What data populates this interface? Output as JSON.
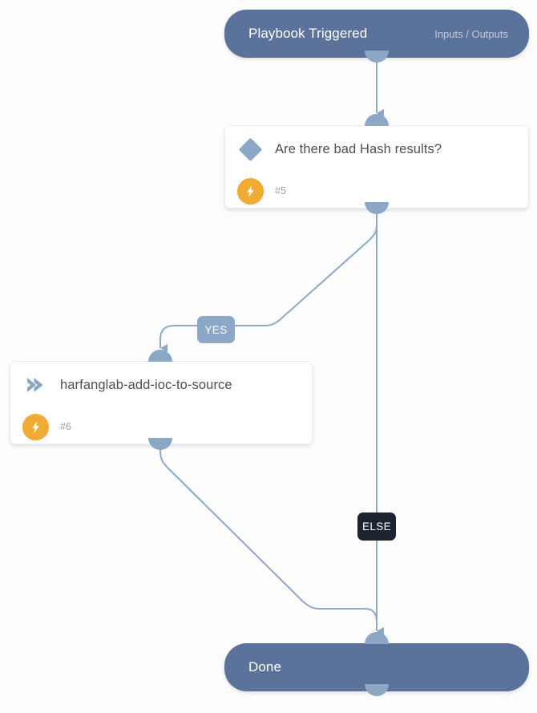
{
  "canvas": {
    "background": "#fdfdfd",
    "edge_color": "#8ca8c6",
    "accent_blue": "#5b729a",
    "accent_light_blue": "#8ca8c6",
    "accent_amber": "#f0ab35",
    "dark_badge": "#1c2331"
  },
  "nodes": {
    "start": {
      "title": "Playbook Triggered",
      "meta": "Inputs / Outputs",
      "type": "trigger"
    },
    "condition": {
      "title": "Are there bad Hash results?",
      "number": "#5",
      "icon": "diamond-icon",
      "badge_icon": "lightning-bolt-icon",
      "type": "condition"
    },
    "action": {
      "title": "harfanglab-add-ioc-to-source",
      "number": "#6",
      "icon": "chevron-right-icon",
      "badge_icon": "lightning-bolt-icon",
      "type": "action"
    },
    "done": {
      "title": "Done",
      "meta": "",
      "type": "terminal"
    }
  },
  "edges": {
    "yes_label": "YES",
    "else_label": "ELSE"
  }
}
